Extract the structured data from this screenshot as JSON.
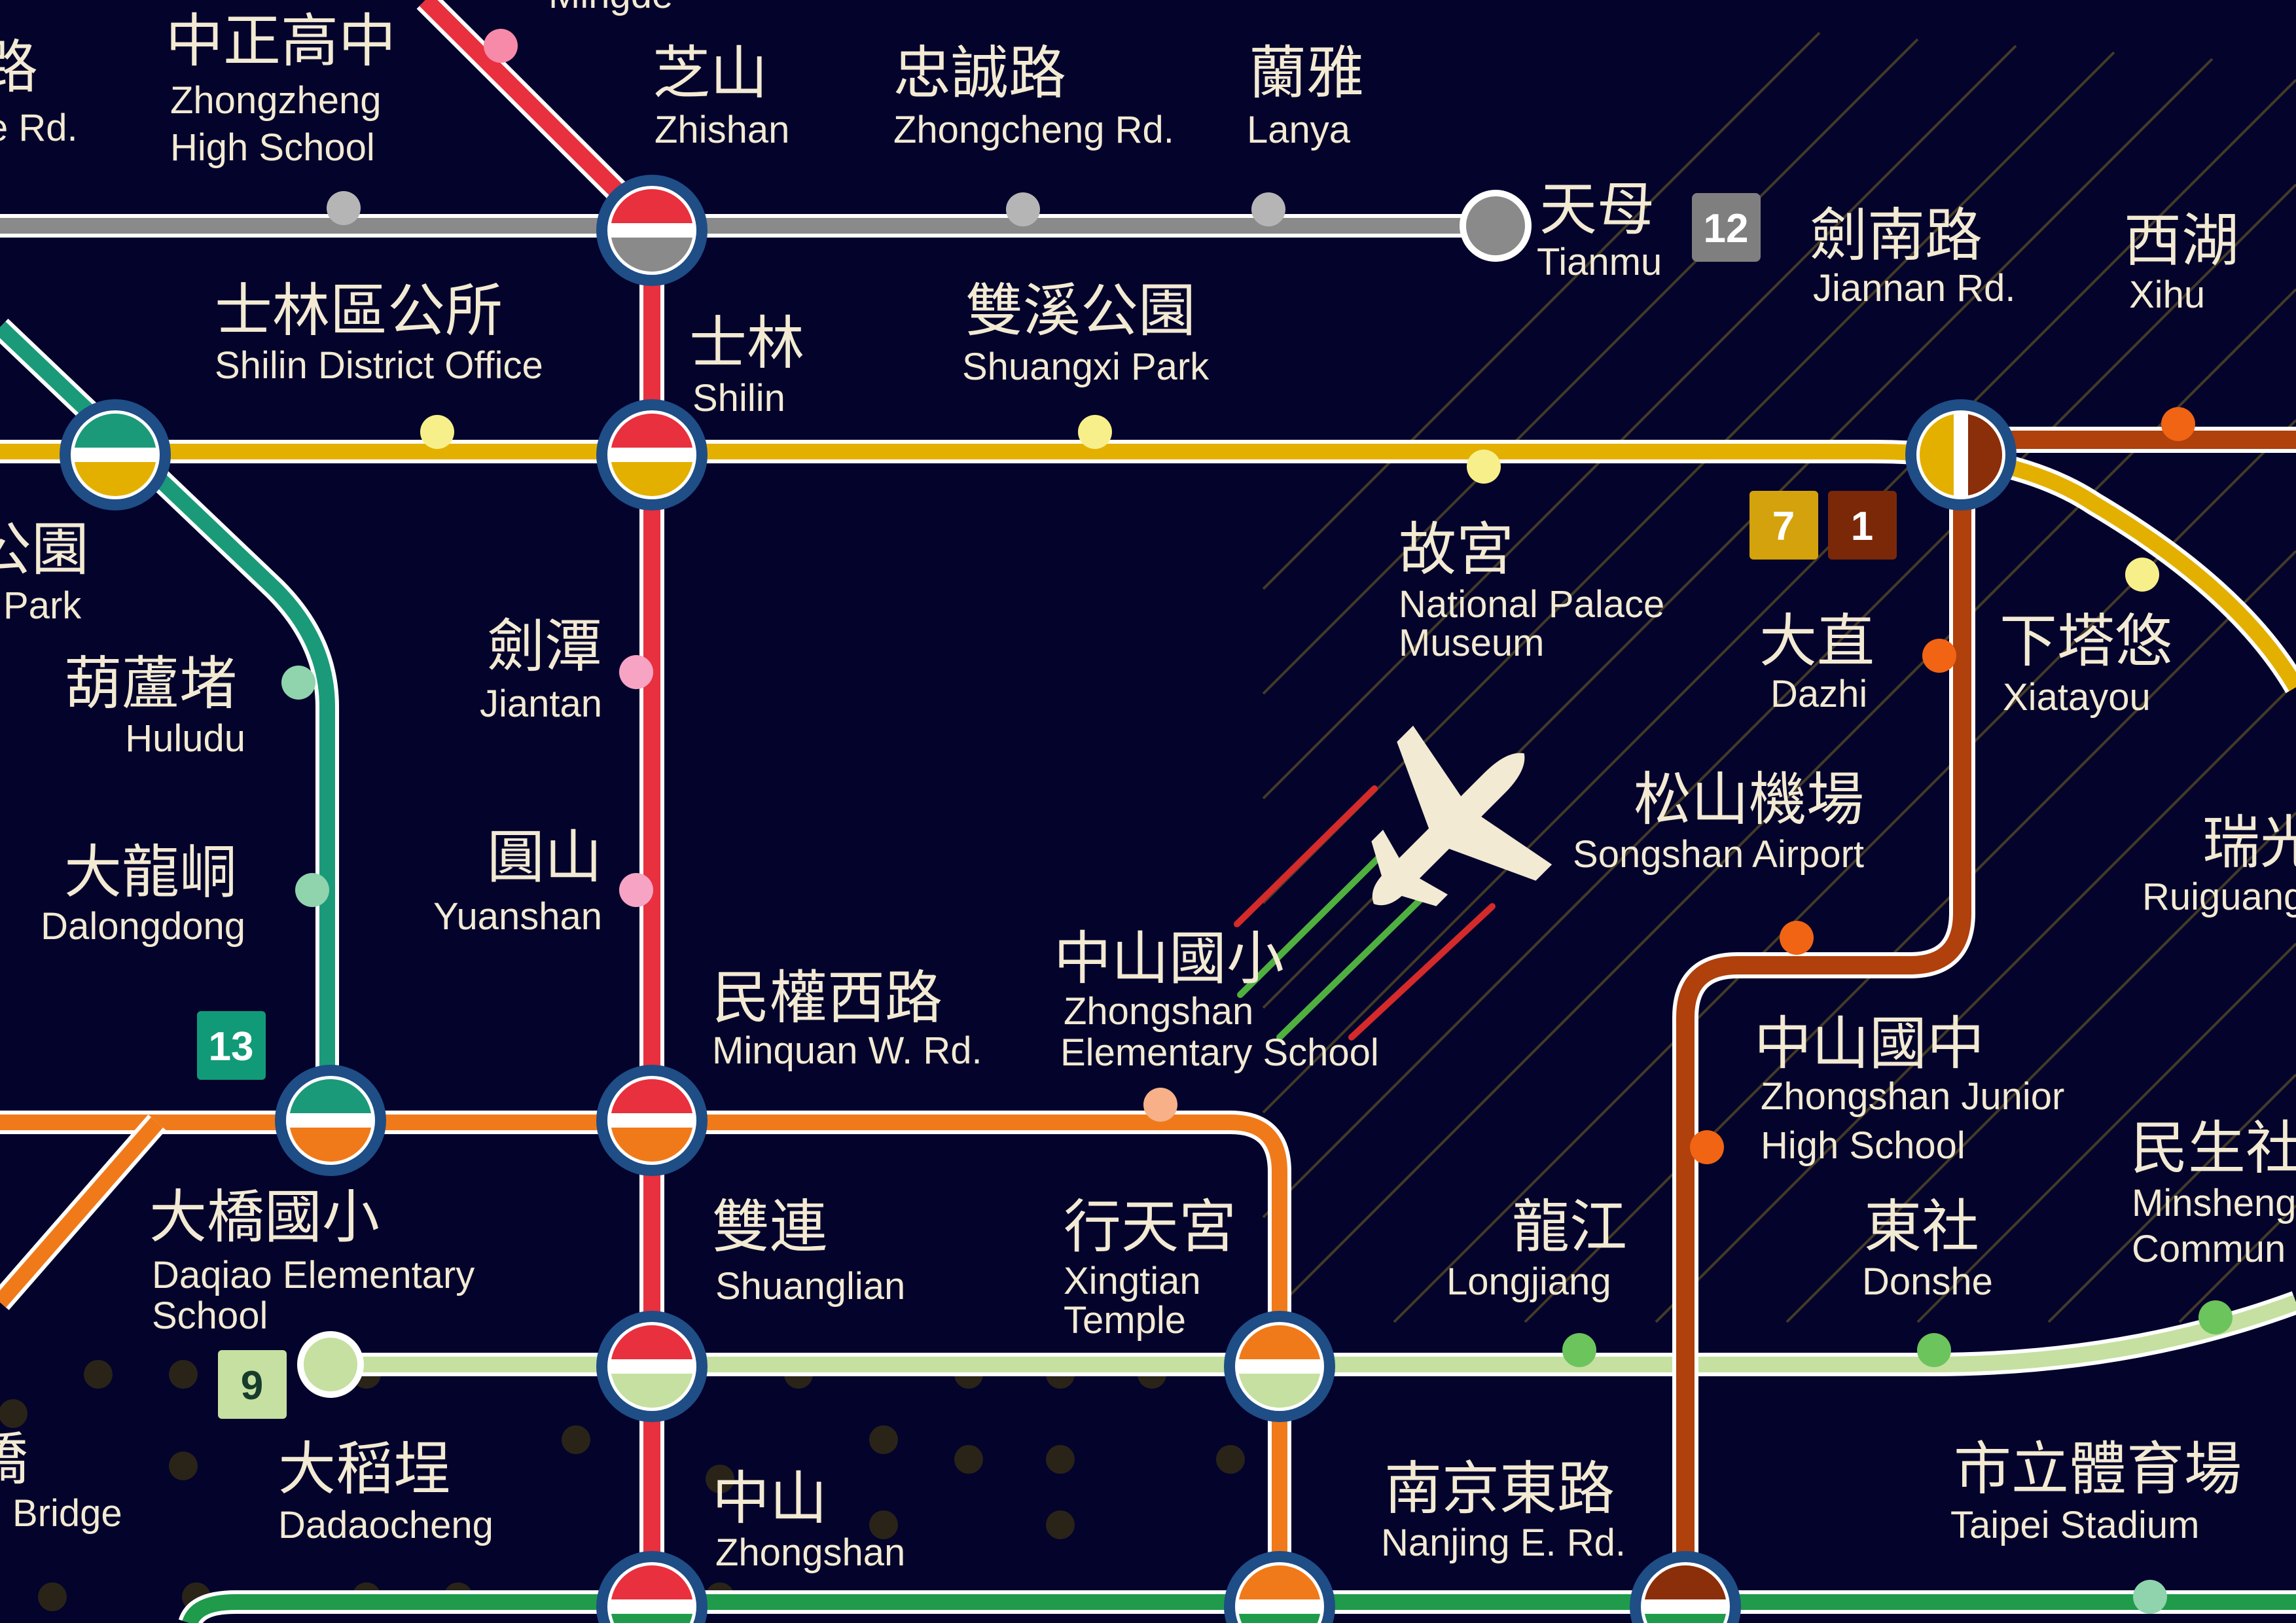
{
  "colors": {
    "background": "#03032c",
    "red_line": "#e8303e",
    "gray_line": "#8a8a8a",
    "yellow_line": "#e4b000",
    "teal_line": "#1b9a7a",
    "orange_line": "#f07a1a",
    "brown_line": "#b0400c",
    "lightgreen_line": "#c5e0a0",
    "green_line": "#1f9b4b",
    "transfer_ring": "#1f4d86",
    "text": "#f3ead3"
  },
  "badges": {
    "b12": "12",
    "b7": "7",
    "b1": "1",
    "b13": "13",
    "b9": "9"
  },
  "icons": {
    "airport": "airplane-icon"
  },
  "stations": [
    {
      "id": "mingde",
      "zh": "",
      "en": "Mingde"
    },
    {
      "id": "zhongzheng",
      "zh": "中正高中",
      "en": "Zhongzheng",
      "en2": "High School"
    },
    {
      "id": "leftcut-top",
      "zh": "路",
      "en": "e Rd."
    },
    {
      "id": "zhishan",
      "zh": "芝山",
      "en": "Zhishan"
    },
    {
      "id": "zhongcheng",
      "zh": "忠誠路",
      "en": "Zhongcheng Rd."
    },
    {
      "id": "lanya",
      "zh": "蘭雅",
      "en": "Lanya"
    },
    {
      "id": "tianmu",
      "zh": "天母",
      "en": "Tianmu"
    },
    {
      "id": "jiannan",
      "zh": "劍南路",
      "en": "Jiannan Rd."
    },
    {
      "id": "xihu",
      "zh": "西湖",
      "en": "Xihu"
    },
    {
      "id": "shilin-office",
      "zh": "士林區公所",
      "en": "Shilin District Office"
    },
    {
      "id": "shilin",
      "zh": "士林",
      "en": "Shilin"
    },
    {
      "id": "shuangxi",
      "zh": "雙溪公園",
      "en": "Shuangxi Park"
    },
    {
      "id": "palace",
      "zh": "故宮",
      "en": "National Palace",
      "en2": "Museum"
    },
    {
      "id": "leftcut-park",
      "zh": "公園",
      "en": "Park"
    },
    {
      "id": "huludu",
      "zh": "葫蘆堵",
      "en": "Huludu"
    },
    {
      "id": "jiantan",
      "zh": "劍潭",
      "en": "Jiantan"
    },
    {
      "id": "dazhi",
      "zh": "大直",
      "en": "Dazhi"
    },
    {
      "id": "xiatayou",
      "zh": "下塔悠",
      "en": "Xiatayou"
    },
    {
      "id": "airport",
      "zh": "松山機場",
      "en": "Songshan Airport"
    },
    {
      "id": "dalongdong",
      "zh": "大龍峒",
      "en": "Dalongdong"
    },
    {
      "id": "yuanshan",
      "zh": "圓山",
      "en": "Yuanshan"
    },
    {
      "id": "ruiguang",
      "zh": "瑞光",
      "en": "Ruiguang"
    },
    {
      "id": "zs-elem",
      "zh": "中山國小",
      "en": "Zhongshan",
      "en2": "Elementary School"
    },
    {
      "id": "minquan",
      "zh": "民權西路",
      "en": "Minquan W. Rd."
    },
    {
      "id": "zs-junior",
      "zh": "中山國中",
      "en": "Zhongshan Junior",
      "en2": "High School"
    },
    {
      "id": "daqiao",
      "zh": "大橋國小",
      "en": "Daqiao Elementary",
      "en2": "School"
    },
    {
      "id": "shuanglian",
      "zh": "雙連",
      "en": "Shuanglian"
    },
    {
      "id": "xingtian",
      "zh": "行天宮",
      "en": "Xingtian",
      "en2": "Temple"
    },
    {
      "id": "longjiang",
      "zh": "龍江",
      "en": "Longjiang"
    },
    {
      "id": "dongshe",
      "zh": "東社",
      "en": "Donshe"
    },
    {
      "id": "minsheng",
      "zh": "民生社",
      "en": "Minsheng",
      "en2": "Commun"
    },
    {
      "id": "leftcut-bridge",
      "zh": "橋",
      "en": "i Bridge"
    },
    {
      "id": "dadaocheng",
      "zh": "大稻埕",
      "en": "Dadaocheng"
    },
    {
      "id": "zhongshan",
      "zh": "中山",
      "en": "Zhongshan"
    },
    {
      "id": "nanjing",
      "zh": "南京東路",
      "en": "Nanjing E. Rd."
    },
    {
      "id": "stadium",
      "zh": "市立體育場",
      "en": "Taipei Stadium"
    }
  ]
}
